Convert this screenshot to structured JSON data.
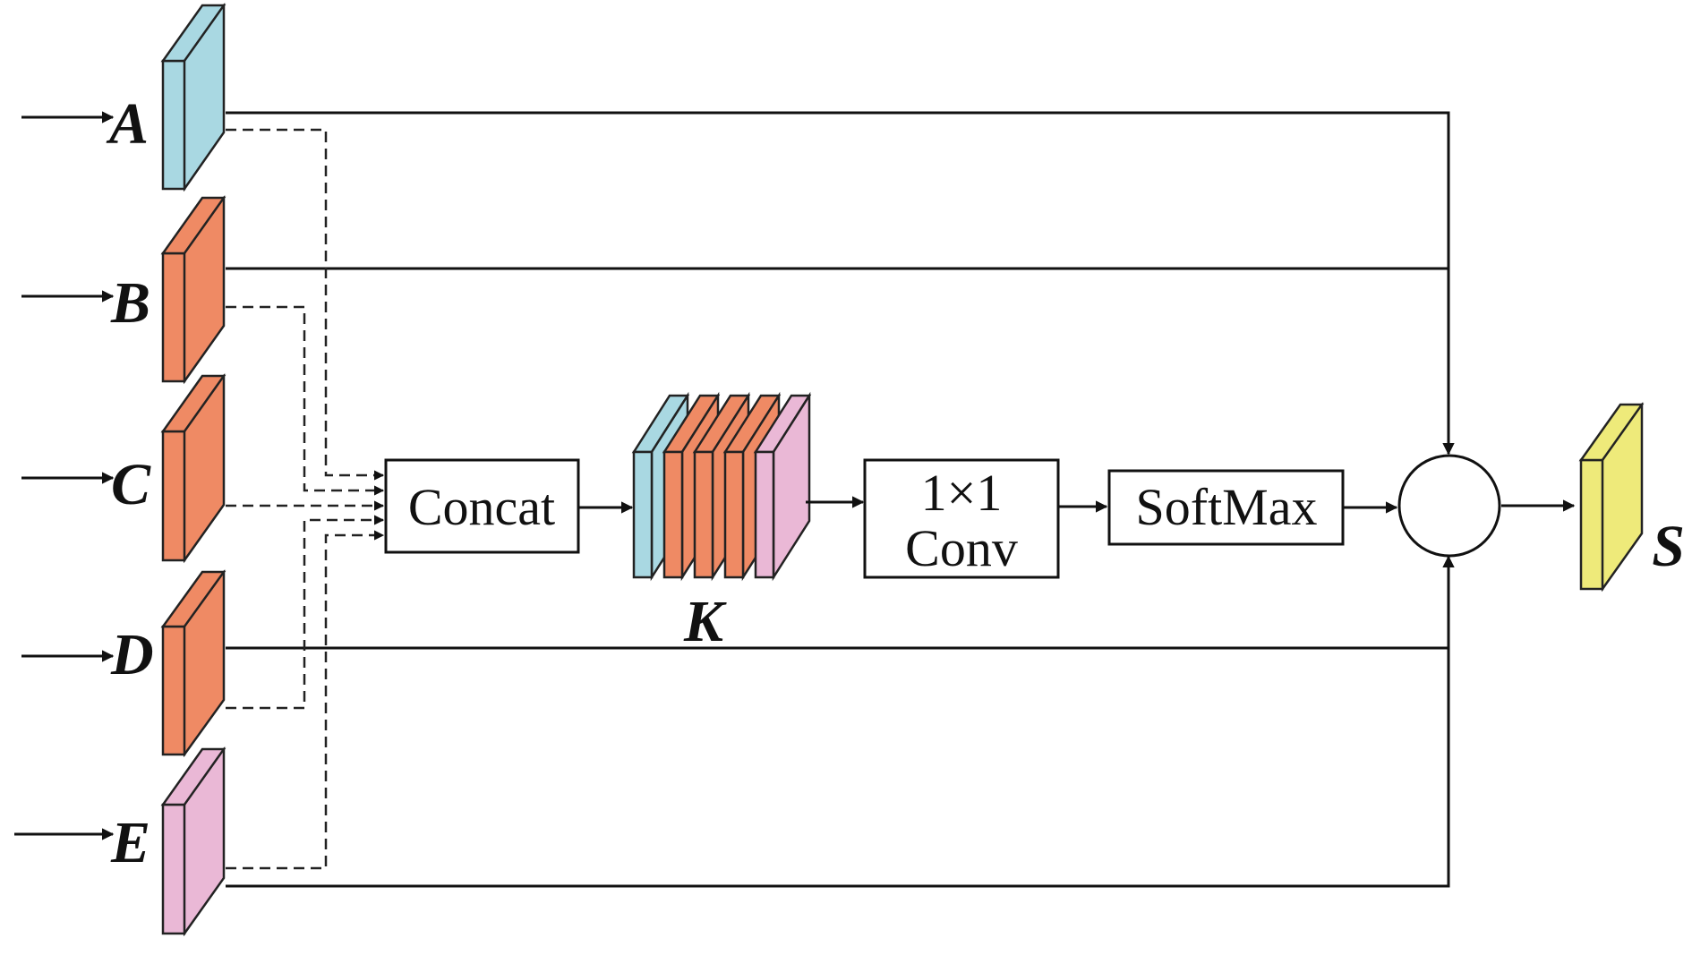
{
  "colors": {
    "A": "#a9d8e2",
    "B": "#ef8a64",
    "C": "#ef8a64",
    "D": "#ef8a64",
    "E": "#eab8d6",
    "S": "#eeea7a",
    "line": "#111111"
  },
  "inputs": [
    {
      "id": "A",
      "label": "A"
    },
    {
      "id": "B",
      "label": "B"
    },
    {
      "id": "C",
      "label": "C"
    },
    {
      "id": "D",
      "label": "D"
    },
    {
      "id": "E",
      "label": "E"
    }
  ],
  "concat": {
    "label": "Concat"
  },
  "stack": {
    "label": "K"
  },
  "conv": {
    "line1": "1×1",
    "line2": "Conv"
  },
  "softmax": {
    "label": "SoftMax"
  },
  "output": {
    "label": "S"
  }
}
